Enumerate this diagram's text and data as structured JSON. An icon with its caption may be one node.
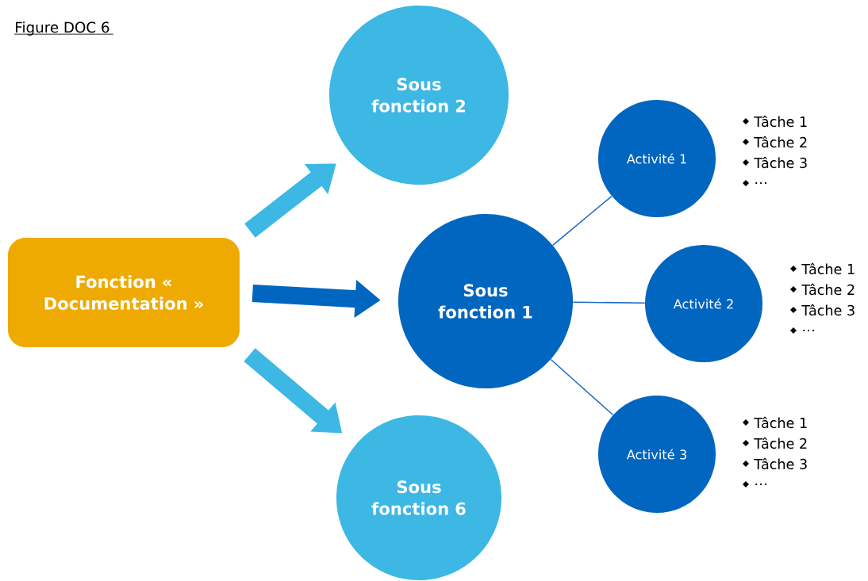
{
  "diagram": {
    "title": "Figure DOC 6",
    "nodes": [
      {
        "text": [
          "Fonction « Documentation »"
        ]
      },
      {
        "text": [
          "Sous fonction 2"
        ]
      },
      {
        "text": [
          "Sous fonction 1"
        ]
      },
      {
        "text": [
          "Sous fonction 6"
        ]
      },
      {
        "text": [
          "Activité 1"
        ],
        "beside": [
          "Tâche 1",
          "Tâche 2",
          "Tâche 3",
          "…"
        ]
      },
      {
        "text": [
          "Activité 2"
        ],
        "beside": [
          "Tâche 1",
          "Tâche 2",
          "Tâche 3",
          "…"
        ]
      },
      {
        "text": [
          "Activité 3"
        ],
        "beside": [
          "Tâche 1",
          "Tâche 2",
          "Tâche 3",
          "…"
        ]
      }
    ],
    "edges": [
      {
        "from": 0,
        "to": 1,
        "arrow": "to",
        "style": "thick",
        "color": "#3db7e4"
      },
      {
        "from": 0,
        "to": 2,
        "arrow": "to",
        "style": "thick",
        "color": "#0066bf"
      },
      {
        "from": 0,
        "to": 3,
        "arrow": "to",
        "style": "thick",
        "color": "#3db7e4"
      },
      {
        "from": 2,
        "to": 4,
        "arrow": "none"
      },
      {
        "from": 2,
        "to": 5,
        "arrow": "none"
      },
      {
        "from": 2,
        "to": 6,
        "arrow": "none"
      }
    ]
  }
}
